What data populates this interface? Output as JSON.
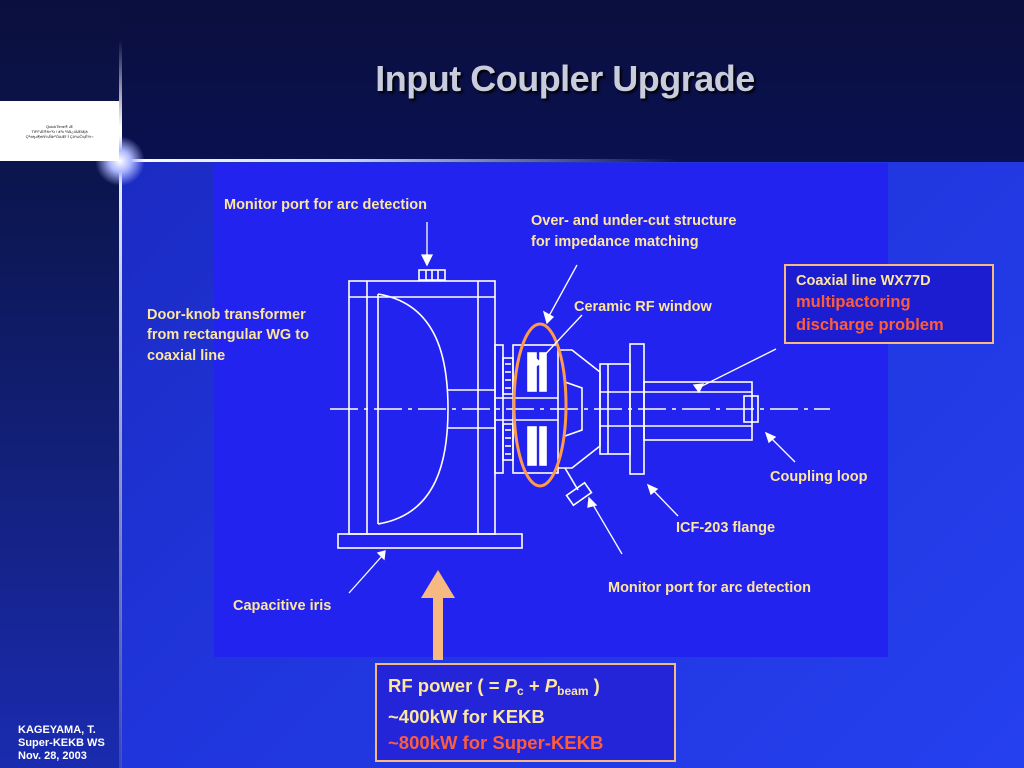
{
  "title": "Input Coupler Upgrade",
  "logo": {
    "lines": [
      "QuickTime® Æ",
      "TIFFÆ®ñ«³ú / â³ó ²ðÄ¿öÌÆîã¦ä",
      "Çª±êµî¶éñÍ¼ÑÞºÒôÆÏ·Î Çð¾íÒí¡Ê½¬"
    ]
  },
  "labels": {
    "monitor_top": "Monitor port for arc detection",
    "overcut_1": "Over- and under-cut structure",
    "overcut_2": "for impedance matching",
    "doorknob_1": "Door-knob transformer",
    "doorknob_2": "from rectangular WG to",
    "doorknob_3": "coaxial line",
    "ceramic": "Ceramic RF window",
    "coupling": "Coupling loop",
    "icf": "ICF-203 flange",
    "monitor_bottom": "Monitor port for arc detection",
    "capacitive": "Capacitive iris"
  },
  "coax_box": {
    "line1": "Coaxial line WX77D",
    "line2": "multipactoring",
    "line3": "discharge problem"
  },
  "rf_box": {
    "prefix": "RF power ( = ",
    "p1": "P",
    "sub1": "c",
    "plus": " + ",
    "p2": "P",
    "sub2": "beam",
    "suffix": " )",
    "kekb": "~400kW for KEKB",
    "super": "~800kW for Super-KEKB"
  },
  "footer": {
    "line1": "KAGEYAMA, T.",
    "line2": "Super-KEKB WS",
    "line3": "Nov. 28, 2003"
  },
  "colors": {
    "panel": "#2323f0",
    "label": "#fde6a0",
    "highlight": "#ff5c3a",
    "box_border": "#f7b982"
  }
}
